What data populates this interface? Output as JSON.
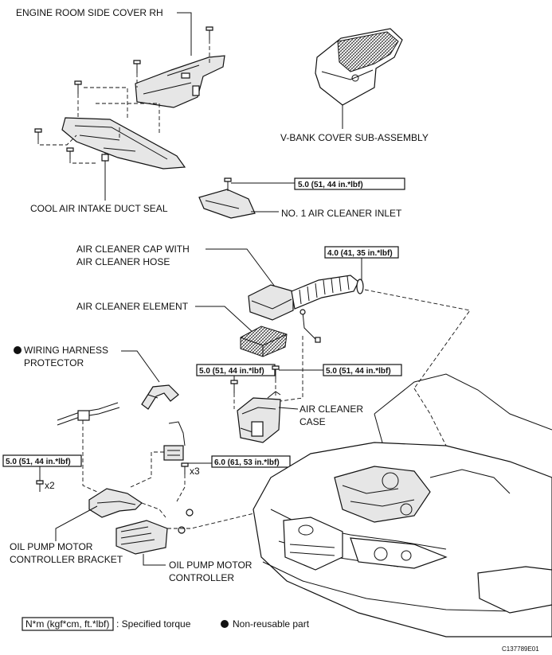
{
  "labels": {
    "engine_room_side_cover_rh": "ENGINE ROOM SIDE COVER RH",
    "v_bank_cover": "V-BANK COVER SUB-ASSEMBLY",
    "cool_air_intake_duct_seal": "COOL AIR INTAKE DUCT SEAL",
    "no1_air_cleaner_inlet": "NO. 1 AIR CLEANER INLET",
    "air_cleaner_cap_line1": "AIR CLEANER CAP WITH",
    "air_cleaner_cap_line2": "AIR CLEANER HOSE",
    "air_cleaner_element": "AIR CLEANER ELEMENT",
    "wiring_harness_line1": "WIRING HARNESS",
    "wiring_harness_line2": "PROTECTOR",
    "air_cleaner_case_line1": "AIR CLEANER",
    "air_cleaner_case_line2": "CASE",
    "oil_pump_bracket_line1": "OIL PUMP MOTOR",
    "oil_pump_bracket_line2": "CONTROLLER BRACKET",
    "oil_pump_controller_line1": "OIL PUMP MOTOR",
    "oil_pump_controller_line2": "CONTROLLER"
  },
  "torques": {
    "inlet": "5.0 (51, 44 in.*lbf)",
    "hose_clamp": "4.0 (41, 35 in.*lbf)",
    "case_left": "5.0 (51, 44 in.*lbf)",
    "case_right": "5.0 (51, 44 in.*lbf)",
    "bracket": "5.0 (51, 44 in.*lbf)",
    "controller": "6.0 (61, 53 in.*lbf)"
  },
  "quantities": {
    "bracket_bolts": "x2",
    "controller_bolts": "x3"
  },
  "legend": {
    "torque_unit": "N*m (kgf*cm, ft.*lbf)",
    "torque_desc": ": Specified torque",
    "nonreusable_desc": "Non-reusable part"
  },
  "figure_id": "C137789E01"
}
